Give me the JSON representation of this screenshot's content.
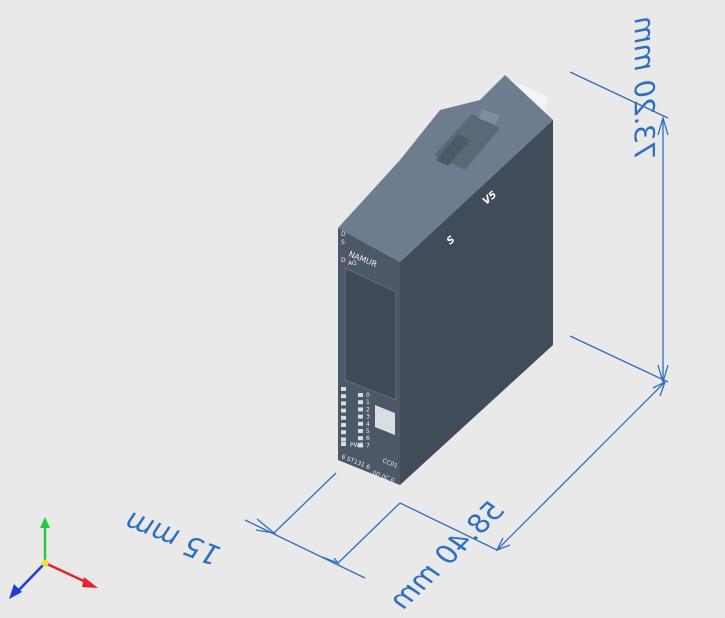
{
  "dimensions": {
    "height": "73.20 mm",
    "depth": "58.40 mm",
    "width": "15 mm"
  },
  "device": {
    "side_logo_1": "S",
    "side_logo_2": "V5",
    "front_labels": [
      "D",
      "S",
      "NAMUR",
      "D",
      "AG"
    ],
    "channel_numbers": [
      "0",
      "1",
      "2",
      "3",
      "4",
      "5",
      "6",
      "7"
    ],
    "pwr_label": "PWR",
    "bottom_left": "6 ST131 6",
    "bottom_mid": "CC01",
    "bottom_right": "00 0C 0"
  },
  "colors": {
    "background": "#e9e9e9",
    "dimension": "#2d6fc1",
    "module_front": "#4c5866",
    "module_side": "#414c59",
    "module_top": "#6d7d8f"
  },
  "axes": {
    "x_color": "#e8222a",
    "y_color": "#27c93f",
    "z_color": "#1b3fd6"
  }
}
